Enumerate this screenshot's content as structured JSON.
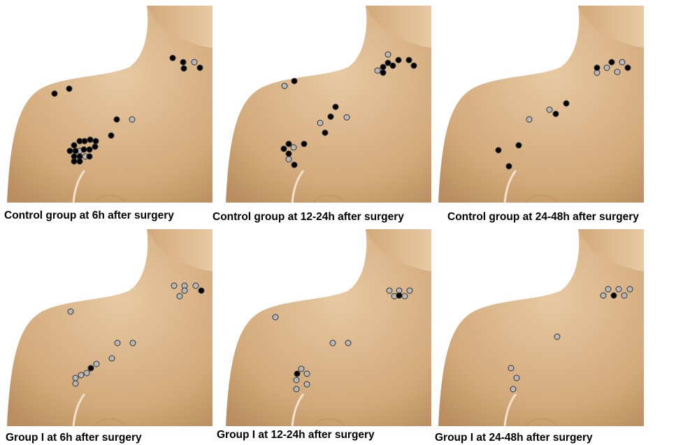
{
  "colors": {
    "skin_light": "#e7c9a2",
    "skin_mid": "#d2a97a",
    "skin_dark": "#b98d5f",
    "dot_black": "#000000",
    "dot_gray": "#b8b8b8",
    "dot_outline": "#333333"
  },
  "panels": [
    {
      "caption": "Control group at 6h after surgery",
      "black": [
        [
          247,
          83
        ],
        [
          262,
          89
        ],
        [
          263,
          98
        ],
        [
          286,
          97
        ],
        [
          78,
          134
        ],
        [
          99,
          127
        ],
        [
          167,
          171
        ],
        [
          159,
          194
        ],
        [
          106,
          208
        ],
        [
          114,
          202
        ],
        [
          121,
          202
        ],
        [
          129,
          200
        ],
        [
          137,
          202
        ],
        [
          100,
          216
        ],
        [
          108,
          216
        ],
        [
          120,
          214
        ],
        [
          128,
          214
        ],
        [
          136,
          210
        ],
        [
          106,
          224
        ],
        [
          114,
          224
        ],
        [
          128,
          224
        ],
        [
          106,
          231
        ],
        [
          114,
          231
        ]
      ],
      "gray": [
        [
          278,
          89
        ],
        [
          189,
          171
        ],
        [
          114,
          216
        ],
        [
          122,
          224
        ]
      ]
    },
    {
      "caption": "Control group at 12-24h after surgery",
      "black": [
        [
          555,
          90
        ],
        [
          570,
          86
        ],
        [
          585,
          86
        ],
        [
          548,
          96
        ],
        [
          562,
          94
        ],
        [
          592,
          94
        ],
        [
          548,
          104
        ],
        [
          421,
          116
        ],
        [
          480,
          153
        ],
        [
          473,
          167
        ],
        [
          465,
          190
        ],
        [
          413,
          206
        ],
        [
          435,
          206
        ],
        [
          406,
          213
        ],
        [
          413,
          220
        ],
        [
          421,
          236
        ]
      ],
      "gray": [
        [
          555,
          78
        ],
        [
          540,
          101
        ],
        [
          407,
          123
        ],
        [
          496,
          168
        ],
        [
          458,
          176
        ],
        [
          420,
          211
        ],
        [
          413,
          228
        ]
      ]
    },
    {
      "caption": "Control group at 24-48h after surgery",
      "black": [
        [
          875,
          89
        ],
        [
          854,
          97
        ],
        [
          898,
          97
        ],
        [
          810,
          148
        ],
        [
          795,
          163
        ],
        [
          742,
          208
        ],
        [
          713,
          215
        ],
        [
          728,
          238
        ]
      ],
      "gray": [
        [
          868,
          97
        ],
        [
          883,
          103
        ],
        [
          890,
          89
        ],
        [
          854,
          104
        ],
        [
          786,
          157
        ],
        [
          757,
          171
        ]
      ]
    },
    {
      "caption": "Group I at 6h after surgery",
      "black": [
        [
          288,
          416
        ],
        [
          130,
          527
        ]
      ],
      "gray": [
        [
          249,
          409
        ],
        [
          264,
          409
        ],
        [
          280,
          409
        ],
        [
          257,
          424
        ],
        [
          264,
          416
        ],
        [
          101,
          446
        ],
        [
          168,
          491
        ],
        [
          190,
          491
        ],
        [
          160,
          513
        ],
        [
          138,
          521
        ],
        [
          124,
          534
        ],
        [
          116,
          537
        ],
        [
          108,
          541
        ],
        [
          108,
          549
        ]
      ]
    },
    {
      "caption": "Group I at 12-24h after surgery",
      "black": [
        [
          571,
          423
        ],
        [
          425,
          535
        ]
      ],
      "gray": [
        [
          557,
          416
        ],
        [
          571,
          416
        ],
        [
          586,
          416
        ],
        [
          564,
          424
        ],
        [
          579,
          424
        ],
        [
          394,
          454
        ],
        [
          476,
          491
        ],
        [
          498,
          491
        ],
        [
          431,
          528
        ],
        [
          439,
          535
        ],
        [
          424,
          544
        ],
        [
          439,
          550
        ],
        [
          424,
          557
        ]
      ]
    },
    {
      "caption": "Group I at 24-48h after surgery",
      "black": [
        [
          878,
          423
        ]
      ],
      "gray": [
        [
          870,
          414
        ],
        [
          885,
          414
        ],
        [
          901,
          414
        ],
        [
          863,
          423
        ],
        [
          893,
          423
        ],
        [
          797,
          482
        ],
        [
          731,
          527
        ],
        [
          739,
          541
        ],
        [
          734,
          557
        ]
      ]
    }
  ]
}
